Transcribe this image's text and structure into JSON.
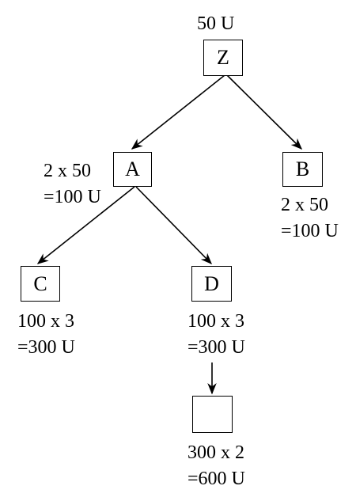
{
  "nodes": {
    "z": {
      "label": "Z",
      "above": "50 U"
    },
    "a": {
      "label": "A",
      "line1": "2 x 50",
      "line2": "=100 U"
    },
    "b": {
      "label": "B",
      "line1": "2 x 50",
      "line2": "=100 U"
    },
    "c": {
      "label": "C",
      "line1": "100 x 3",
      "line2": "=300 U"
    },
    "d": {
      "label": "D",
      "line1": "100 x 3",
      "line2": "=300 U"
    },
    "e": {
      "label": "",
      "line1": "300 x 2",
      "line2": "=600 U"
    }
  }
}
